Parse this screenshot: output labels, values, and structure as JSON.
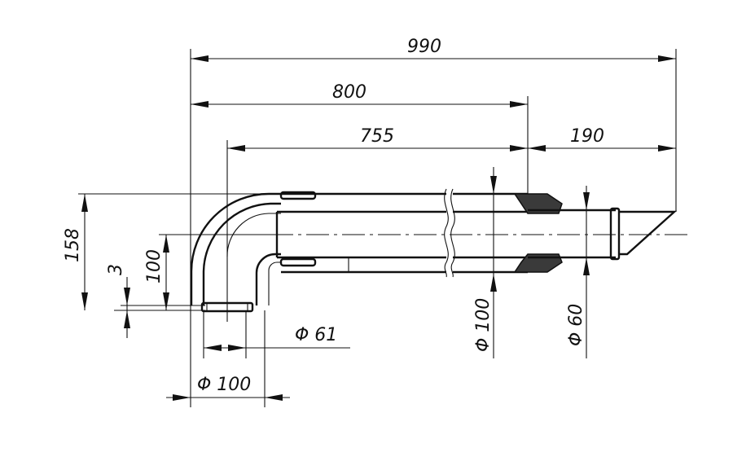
{
  "dimensions": {
    "overall_length": "990",
    "straight_length": "800",
    "inner_length": "755",
    "terminal_length": "190",
    "height_total": "158",
    "offset_small": "3",
    "elbow_height": "100",
    "outlet_diameter": "Φ 61",
    "elbow_diameter": "Φ 100",
    "pipe_outer_diameter": "Φ 100",
    "pipe_inner_diameter": "Φ 60"
  },
  "colors": {
    "line": "#111111",
    "seal_fill": "#3a3a3a",
    "background": "#ffffff"
  }
}
